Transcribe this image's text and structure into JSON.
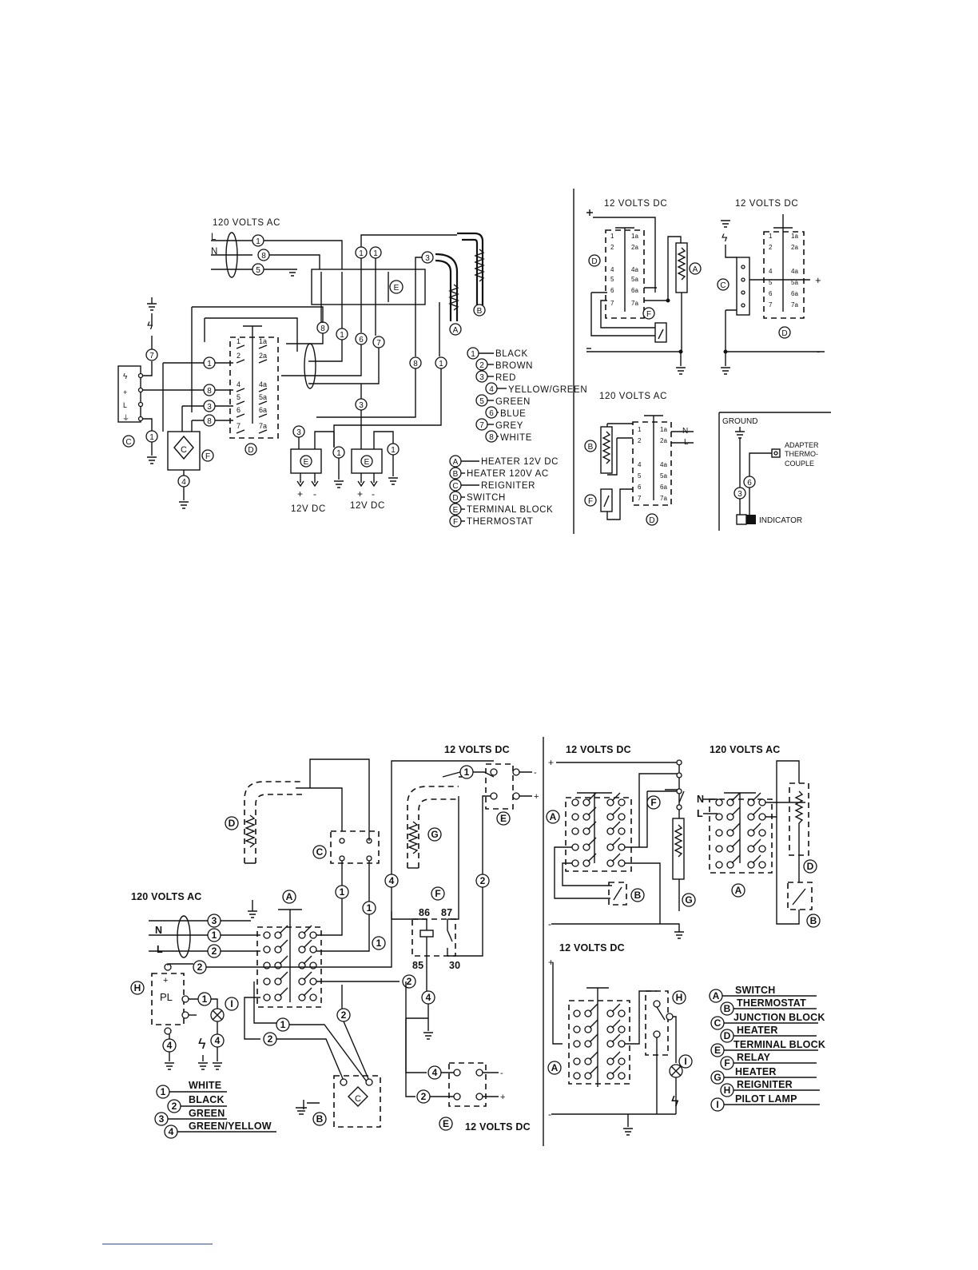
{
  "top": {
    "ac_label": "120 VOLTS AC",
    "term": {
      "L": "L",
      "N": "N"
    },
    "marks": {
      "A": "A",
      "B": "B",
      "C": "C",
      "D": "D",
      "E": "E",
      "F": "F"
    },
    "dc_labels": [
      "12V DC",
      "12V DC"
    ],
    "pm": [
      "+",
      "-",
      "+",
      "-"
    ],
    "wire_legend": [
      {
        "n": "1",
        "t": "BLACK"
      },
      {
        "n": "2",
        "t": "BROWN"
      },
      {
        "n": "3",
        "t": "RED"
      },
      {
        "n": "4",
        "t": "YELLOW/GREEN"
      },
      {
        "n": "5",
        "t": "GREEN"
      },
      {
        "n": "6",
        "t": "BLUE"
      },
      {
        "n": "7",
        "t": "GREY"
      },
      {
        "n": "8",
        "t": "WHITE"
      }
    ],
    "comp_legend": [
      {
        "k": "A",
        "t": "HEATER 12V DC"
      },
      {
        "k": "B",
        "t": "HEATER 120V AC"
      },
      {
        "k": "C",
        "t": "REIGNITER"
      },
      {
        "k": "D",
        "t": "SWITCH"
      },
      {
        "k": "E",
        "t": "TERMINAL BLOCK"
      },
      {
        "k": "F",
        "t": "THERMOSTAT"
      }
    ],
    "right": {
      "dc1": "12 VOLTS DC",
      "dc2": "12 VOLTS DC",
      "ac": "120 VOLTS AC",
      "ground": "GROUND",
      "adapter": [
        "ADAPTER",
        "THERMO-",
        "COUPLE"
      ],
      "indicator": "INDICATOR"
    }
  },
  "bottom": {
    "dc_top": "12 VOLTS DC",
    "ac_left": "120 VOLTS AC",
    "dc_bottom": "12 VOLTS DC",
    "relay_pins": [
      "86",
      "87",
      "85",
      "30"
    ],
    "pl": "PL",
    "wire_legend": [
      {
        "n": "1",
        "t": "WHITE"
      },
      {
        "n": "2",
        "t": "BLACK"
      },
      {
        "n": "3",
        "t": "GREEN"
      },
      {
        "n": "4",
        "t": "GREEN/YELLOW"
      }
    ],
    "comp_legend": [
      {
        "k": "A",
        "t": "SWITCH"
      },
      {
        "k": "B",
        "t": "THERMOSTAT"
      },
      {
        "k": "C",
        "t": "JUNCTION BLOCK"
      },
      {
        "k": "D",
        "t": "HEATER"
      },
      {
        "k": "E",
        "t": "TERMINAL BLOCK"
      },
      {
        "k": "F",
        "t": "RELAY"
      },
      {
        "k": "G",
        "t": "HEATER"
      },
      {
        "k": "H",
        "t": "REIGNITER"
      },
      {
        "k": "I",
        "t": "PILOT LAMP"
      }
    ],
    "right": {
      "dc1": "12 VOLTS DC",
      "ac": "120 VOLTS AC",
      "dc2": "12 VOLTS DC"
    }
  }
}
